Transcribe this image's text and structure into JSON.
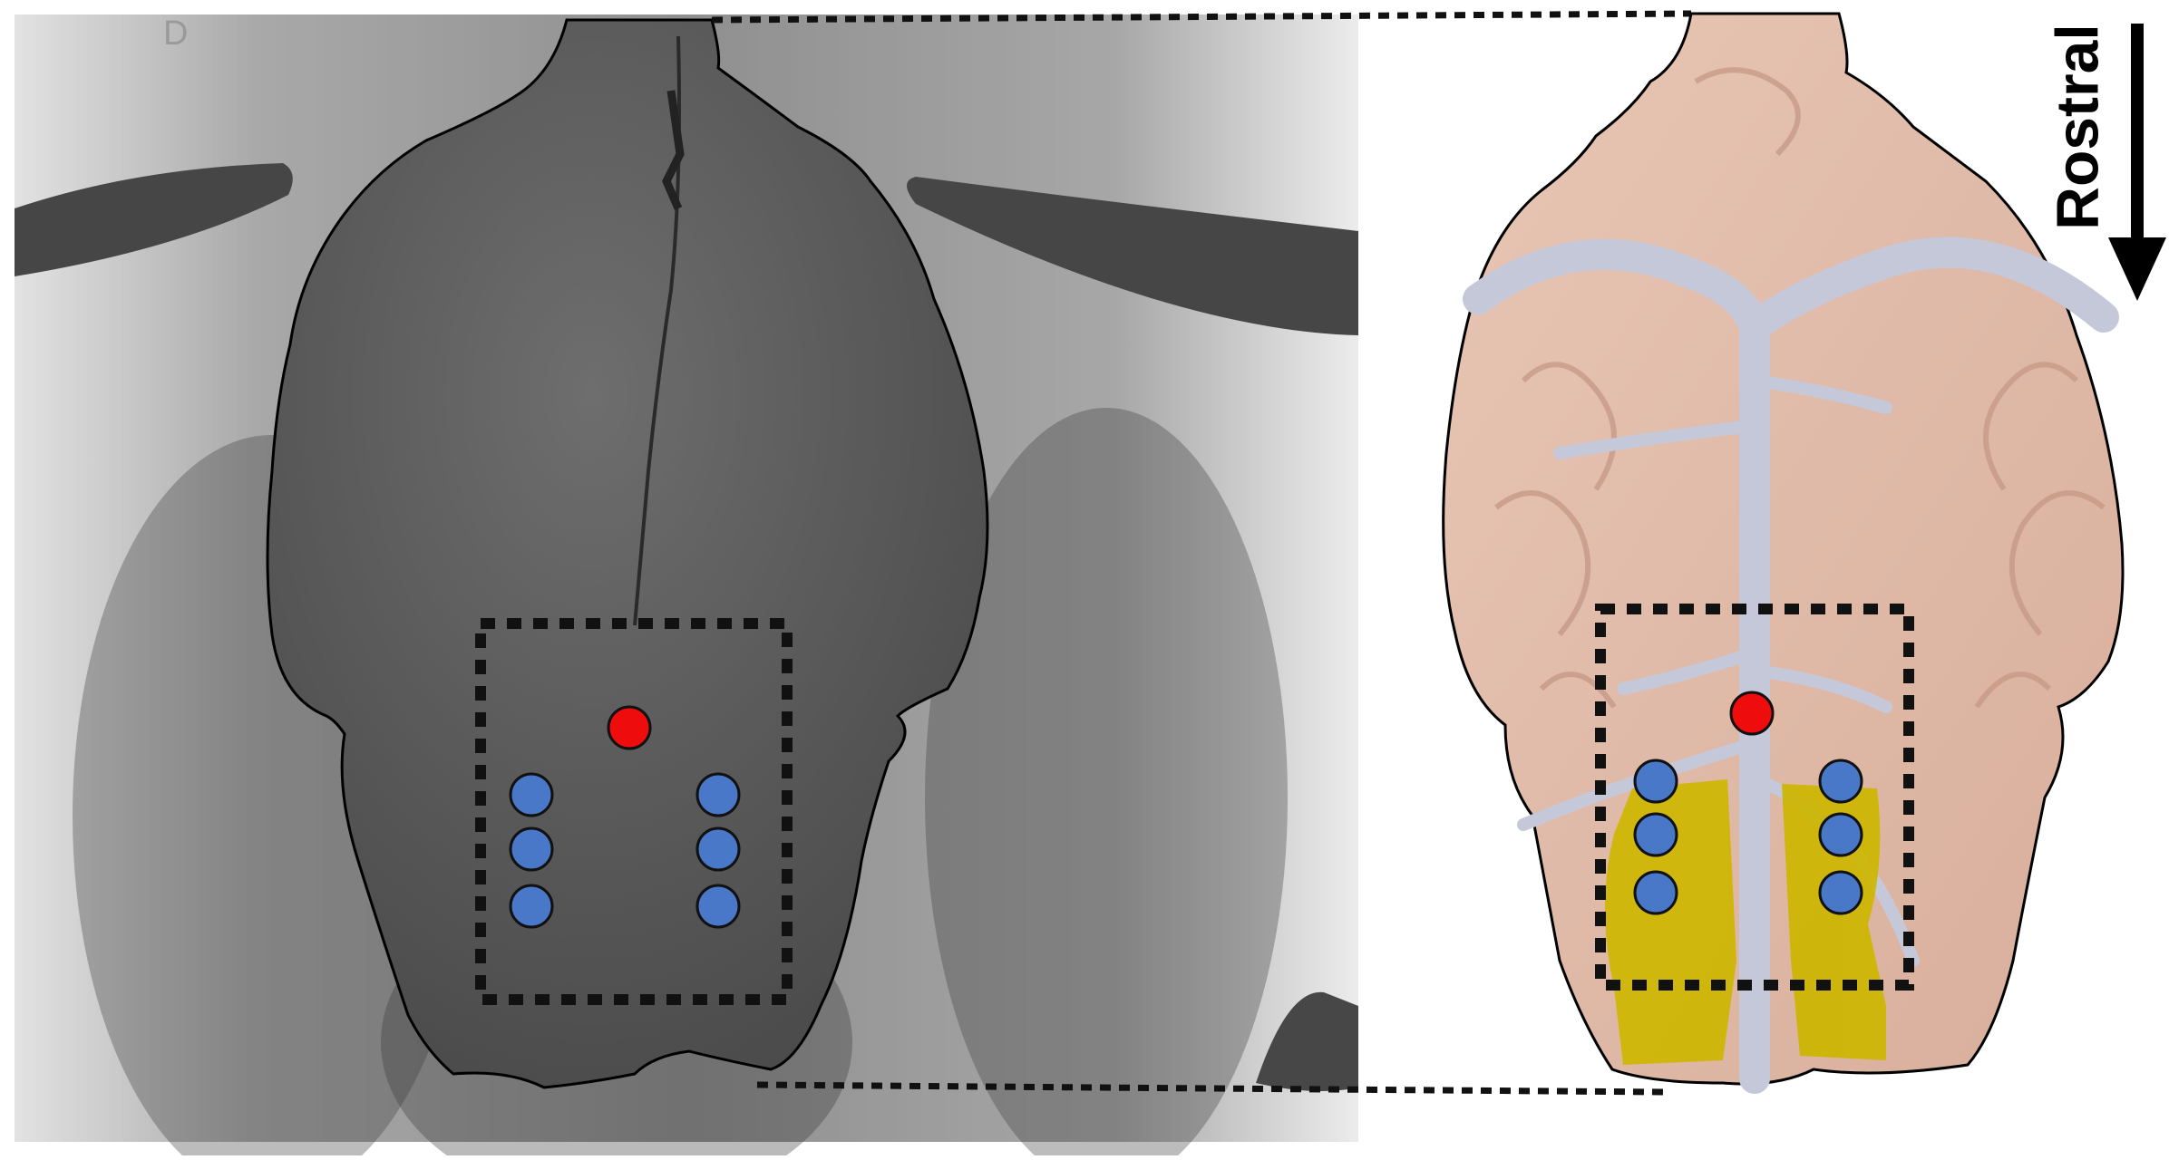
{
  "figure": {
    "orientation_label": "Rostral",
    "xray_corner_label": "D",
    "colors": {
      "background": "#ffffff",
      "xray_dark": "#474747",
      "xray_light": "#ededed",
      "brain_tissue": "#e3bca9",
      "vessels": "#c5c8d8",
      "highlight_region": "#cdb600",
      "electrode_blue": "#4a78c9",
      "electrode_red": "#ef0c0c",
      "outline": "#000000"
    },
    "icons": [
      "down-arrow-icon"
    ],
    "electrodes": {
      "left_panel": {
        "blue_count": 6,
        "red_count": 1
      },
      "right_panel": {
        "blue_count": 6,
        "red_count": 1
      }
    }
  }
}
